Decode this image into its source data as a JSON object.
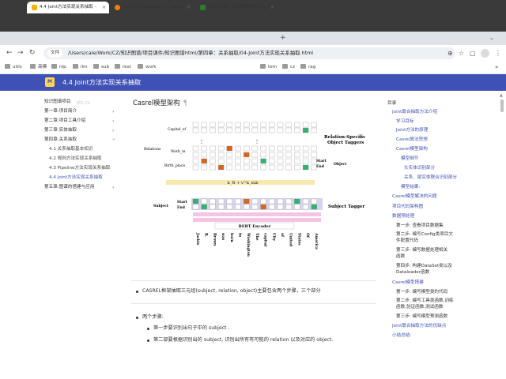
{
  "browser": {
    "tabs": [
      {
        "label": "4.4 Joint方法实现关系抽取 - ",
        "active": true,
        "favicon_color": "#f4b400"
      },
      {
        "label": "%E7%9F%A5%E8... - Jupyte",
        "active": false,
        "favicon_color": "#f57c00"
      },
      {
        "label": "JSON在线 | JSON解析格式化...",
        "active": false,
        "favicon_color": "#2e7d32"
      }
    ],
    "new_tab_glyph": "+",
    "tab_search_glyph": "⌄",
    "close_glyph": "×",
    "nav": {
      "back": "←",
      "forward": "→",
      "reload": "↻"
    },
    "url_chip": "文件",
    "url": "/Users/cale/Work/CZ/知识图谱/项目课件/知识图谱html/第四章：关系抽取/04-Joint方法实现关系抽取.html",
    "right_icons": {
      "zoom": "⊕",
      "star": "☆",
      "extensions": "▢",
      "menu": "⋮"
    },
    "avatar_color": "#dcdcdc",
    "bookmarks": [
      "utils",
      "高模",
      "nlp",
      "llm",
      "sub",
      "rest",
      "work",
      "tem",
      "cz",
      "rag"
    ],
    "bookmarks_more": "»"
  },
  "header": {
    "logo": "M",
    "title": "4.4 Joint方法实现关系抽取",
    "color": "#3f51b5"
  },
  "sidebar": {
    "watermark": "stc.cc",
    "title": "知识图谱项目",
    "chevron": "›",
    "items": [
      {
        "label": "第一章:项目简介",
        "level": 0
      },
      {
        "label": "第二章:项目工具介绍",
        "level": 0
      },
      {
        "label": "第三章:实体抽取",
        "level": 0
      },
      {
        "label": "第四章:关系抽取",
        "level": 0
      },
      {
        "label": "4.1 关系抽取基本知识",
        "level": 1
      },
      {
        "label": "4.2 规则方法实现关系抽取",
        "level": 1
      },
      {
        "label": "4.3 Pipeline方法实现关系抽取",
        "level": 1
      },
      {
        "label": "4.4 Joint方法实现关系抽取",
        "level": 1,
        "active": true
      },
      {
        "label": "第五章:图谱的搭建与应用",
        "level": 0
      }
    ]
  },
  "main": {
    "heading": "Casrel模型架构",
    "anchor": "¶",
    "figure": {
      "relations_label": "Relations",
      "relation_names": [
        "Capital_of",
        "Work_in",
        "Birth_place"
      ],
      "relation_ellipsis": "⋮",
      "object_tagger_title": "Relation-Specific\nObject Taggers",
      "object_label": "Object",
      "start_label": "Start",
      "end_label": "End",
      "fusion_label": "h_N + v^k_sub",
      "subject_label": "Subject",
      "subject_tagger_title": "Subject Tagger",
      "encoder_label": "BERT Encoder",
      "tokens": [
        "Jackie",
        "R.",
        "Brown",
        "was",
        "born",
        "in",
        "Washington",
        "The",
        "capital",
        "City",
        "of",
        "United",
        "States",
        "Of",
        "America"
      ]
    },
    "bullets": [
      {
        "text": "CASREL框架抽取三元组(subject, relation, object)主要包含两个步骤，三个部分",
        "level": 0
      },
      {
        "text": "两个步骤:",
        "level": 0
      },
      {
        "text": "第一步要识别出句子中的 subject .",
        "level": 1
      },
      {
        "text": "第二部要根据识别出的 subject, 识别出所有有可能的 relation 以及对应的 object.",
        "level": 1
      }
    ]
  },
  "toc": {
    "title": "目录",
    "items": [
      {
        "label": "Joint联合抽取方法介绍",
        "level": 0,
        "color": "blue"
      },
      {
        "label": "学习目标",
        "level": 1,
        "color": "blue"
      },
      {
        "label": "Joint方法的原理",
        "level": 1,
        "color": "blue"
      },
      {
        "label": "Casrel算法思想",
        "level": 1,
        "color": "blue"
      },
      {
        "label": "Casrel模型架构",
        "level": 1,
        "color": "blue"
      },
      {
        "label": "模型细节",
        "level": 2,
        "color": "blue"
      },
      {
        "label": "头实体识别部分",
        "level": 3,
        "color": "blue"
      },
      {
        "label": "关系、尾实体联合识别部分",
        "level": 3,
        "color": "blue"
      },
      {
        "label": "模型结果:",
        "level": 2,
        "color": "blue"
      },
      {
        "label": "Casrel模型解决的问题",
        "level": 0,
        "color": "blue"
      },
      {
        "label": "项目代码架构图",
        "level": 0,
        "color": "blue"
      },
      {
        "label": "数据预处理",
        "level": 0,
        "color": "blue"
      },
      {
        "label": "第一步: 查看项目数据集",
        "level": 1,
        "color": "dark"
      },
      {
        "label": "第二步: 编写Config类项目文",
        "level": 1,
        "color": "dark"
      },
      {
        "label": "件配置代码",
        "level": 1,
        "color": "dark"
      },
      {
        "label": "第三步:  编写数据处理相关",
        "level": 1,
        "color": "dark"
      },
      {
        "label": "函数",
        "level": 1,
        "color": "dark"
      },
      {
        "label": "第四步:  构建DataSet类以及",
        "level": 1,
        "color": "dark"
      },
      {
        "label": "Dataloader函数",
        "level": 1,
        "color": "dark"
      },
      {
        "label": "Casrel模型搭建",
        "level": 0,
        "color": "blue"
      },
      {
        "label": "第一步: 编写模型类的代码",
        "level": 1,
        "color": "dark"
      },
      {
        "label": "第二步: 编写工具类函数,训练",
        "level": 1,
        "color": "dark"
      },
      {
        "label": "函数,验证函数,测试函数",
        "level": 1,
        "color": "dark"
      },
      {
        "label": "第三步: 编写模型预测函数",
        "level": 1,
        "color": "dark"
      },
      {
        "label": "Joint联合抽取方法的优缺点",
        "level": 0,
        "color": "blue"
      },
      {
        "label": "小结总结:",
        "level": 0,
        "color": "blue"
      }
    ]
  },
  "scrollbar": {
    "up_glyph": "▲"
  }
}
